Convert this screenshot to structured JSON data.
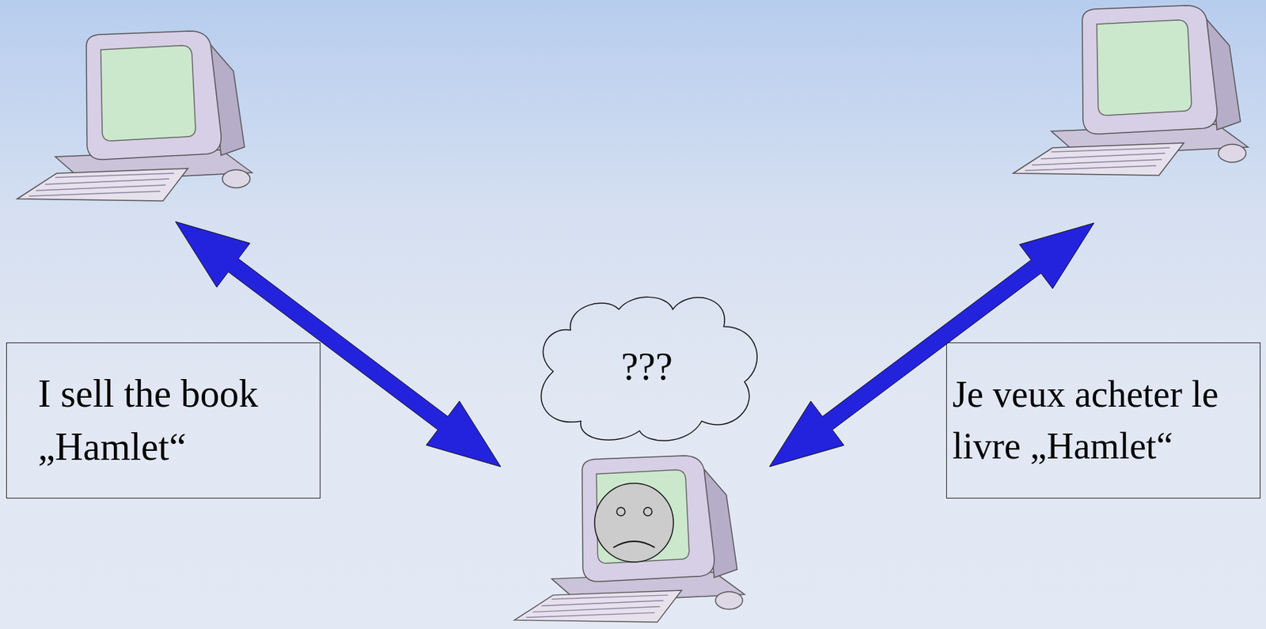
{
  "diagram": {
    "nodes": [
      {
        "text": [
          "I sell the book „Hamlet“"
        ]
      },
      {
        "text": [
          "???"
        ]
      },
      {
        "text": [
          "Je veux acheter le livre „Hamlet“"
        ]
      }
    ]
  }
}
